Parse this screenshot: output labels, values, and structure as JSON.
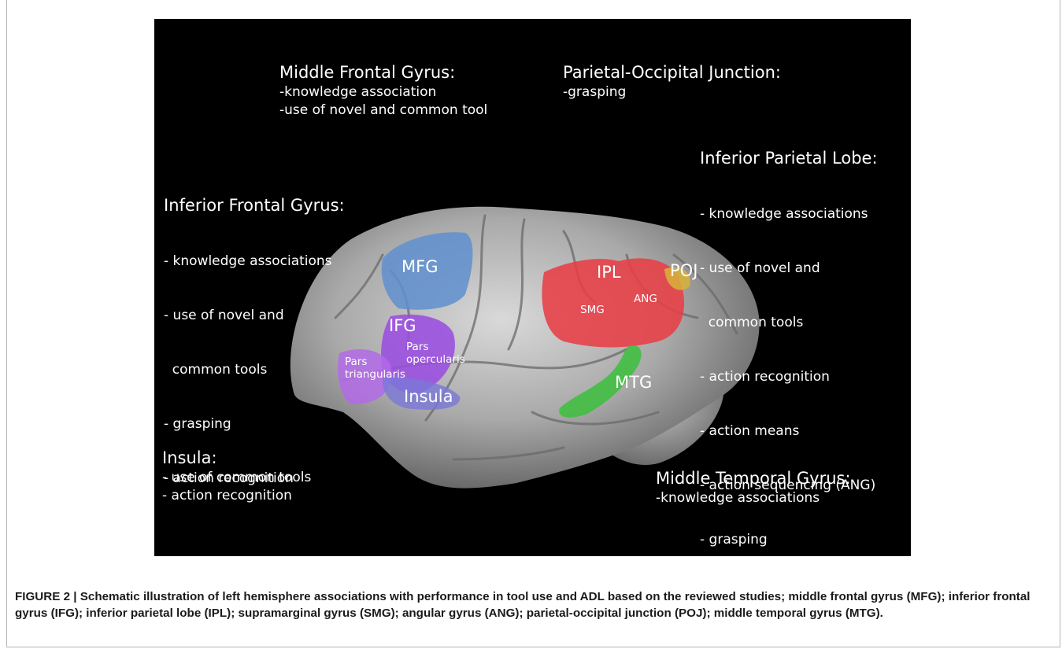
{
  "figure": {
    "annotations": {
      "mfg": {
        "title": "Middle Frontal Gyrus:",
        "items": [
          "-knowledge association",
          "-use of novel and common tool"
        ]
      },
      "poj": {
        "title": "Parietal-Occipital Junction:",
        "items": [
          "-grasping"
        ]
      },
      "ipl": {
        "title": "Inferior Parietal Lobe:",
        "items": [
          "- knowledge associations",
          "- use of novel and",
          "  common tools",
          "- action recognition",
          "- action means",
          "- action sequencing (ANG)",
          "- grasping"
        ]
      },
      "ifg": {
        "title": "Inferior Frontal Gyrus:",
        "items": [
          "- knowledge associations",
          "- use of novel and",
          "  common tools",
          "- grasping",
          "- action recognition"
        ]
      },
      "insula": {
        "title": "Insula:",
        "items": [
          "- use of common tools",
          "- action recognition"
        ]
      },
      "mtg": {
        "title": "Middle Temporal Gyrus:",
        "items": [
          "-knowledge associations"
        ]
      }
    },
    "region_labels": {
      "mfg": "MFG",
      "ifg": "IFG",
      "pars_opercularis_1": "Pars",
      "pars_opercularis_2": "opercularis",
      "pars_triangularis_1": "Pars",
      "pars_triangularis_2": "triangularis",
      "insula": "Insula",
      "ipl": "IPL",
      "smg": "SMG",
      "ang": "ANG",
      "poj": "POJ",
      "mtg": "MTG"
    },
    "region_colors": {
      "mfg": "#5f8fcf",
      "ifg": "#9a4fe0",
      "insula": "#7a78d8",
      "ipl": "#e83d45",
      "poj": "#d8b23a",
      "mtg": "#3fbf3f"
    }
  },
  "caption": {
    "label": "FIGURE 2 |",
    "text": "Schematic illustration of left hemisphere associations with performance in tool use and ADL based on the reviewed studies; middle frontal gyrus (MFG); inferior frontal gyrus (IFG); inferior parietal lobe (IPL); supramarginal gyrus (SMG); angular gyrus (ANG); parietal-occipital junction (POJ); middle temporal gyrus (MTG)."
  }
}
